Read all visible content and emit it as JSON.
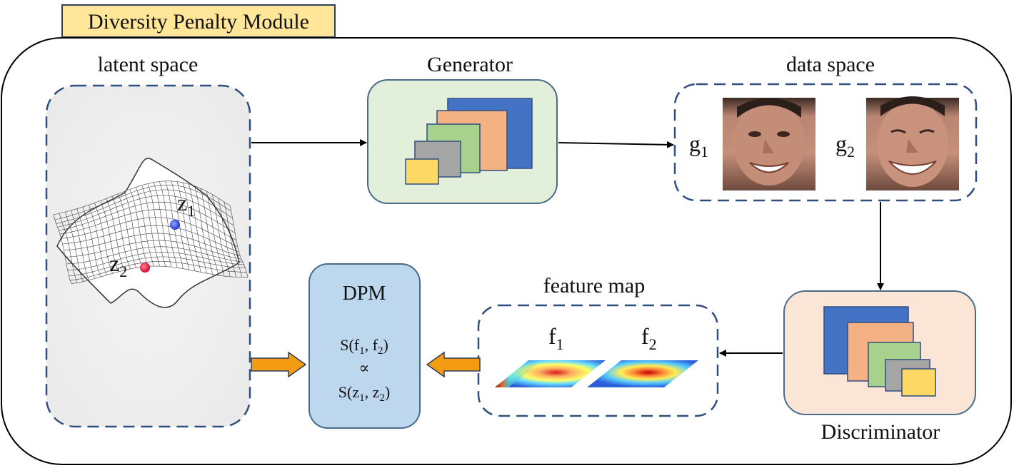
{
  "module_title": "Diversity Penalty Module",
  "latent_space": {
    "label": "latent space",
    "z1": "z",
    "z1_sub": "1",
    "z2": "z",
    "z2_sub": "2"
  },
  "generator": {
    "label": "Generator"
  },
  "data_space": {
    "label": "data space",
    "g1": "g",
    "g1_sub": "1",
    "g2": "g",
    "g2_sub": "2"
  },
  "discriminator": {
    "label": "Discriminator"
  },
  "feature_map": {
    "label": "feature map",
    "f1": "f",
    "f1_sub": "1",
    "f2": "f",
    "f2_sub": "2"
  },
  "dpm": {
    "title": "DPM",
    "eq_line1": {
      "pre": "S(f",
      "s1": "1",
      "mid": ", f",
      "s2": "2",
      "post": ")"
    },
    "eq_line2": "∝",
    "eq_line3": {
      "pre": "S(z",
      "s1": "1",
      "mid": ", z",
      "s2": "2",
      "post": ")"
    }
  },
  "colors": {
    "layer_blue": "#4472C4",
    "layer_orange": "#F4B183",
    "layer_green": "#A9D18E",
    "layer_gray": "#A5A5A5",
    "layer_yellow": "#FFD966",
    "generator_bg": "#E2EFDA",
    "discriminator_bg": "#FBE5D6",
    "dpm_bg": "#BDD7EE",
    "dashed_border": "#2F4F7F",
    "title_bg": "#FFE699",
    "arrow_orange": "#F39C12"
  }
}
